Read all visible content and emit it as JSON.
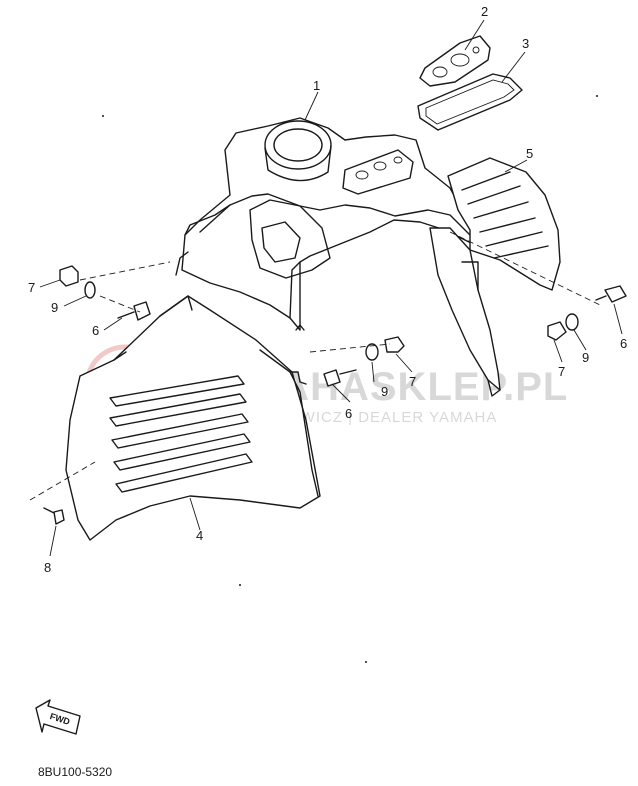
{
  "parts": [
    {
      "id": "front-cover",
      "number": "1"
    },
    {
      "id": "cover-plate",
      "number": "2"
    },
    {
      "id": "gasket",
      "number": "3"
    },
    {
      "id": "left-inner-panel",
      "number": "4"
    },
    {
      "id": "right-inner-panel",
      "number": "5"
    },
    {
      "id": "bolt-left",
      "number": "6"
    },
    {
      "id": "bolt-center",
      "number": "6"
    },
    {
      "id": "bolt-right",
      "number": "6"
    },
    {
      "id": "nut-left",
      "number": "7"
    },
    {
      "id": "nut-center",
      "number": "7"
    },
    {
      "id": "nut-right",
      "number": "7"
    },
    {
      "id": "washer-left",
      "number": "9"
    },
    {
      "id": "washer-center",
      "number": "9"
    },
    {
      "id": "washer-right",
      "number": "9"
    },
    {
      "id": "screw",
      "number": "8"
    }
  ],
  "direction_marker": {
    "label": "FWD",
    "icon": "fwd-arrow-icon"
  },
  "diagram_code": "8BU100-5320",
  "watermark": {
    "line1": "YAMAHASKLEP.PL",
    "line2": "WOJCIECHOWICZ | DEALER YAMAHA",
    "color": "#d8d8d8",
    "logo_color": "#f2c9c9"
  }
}
